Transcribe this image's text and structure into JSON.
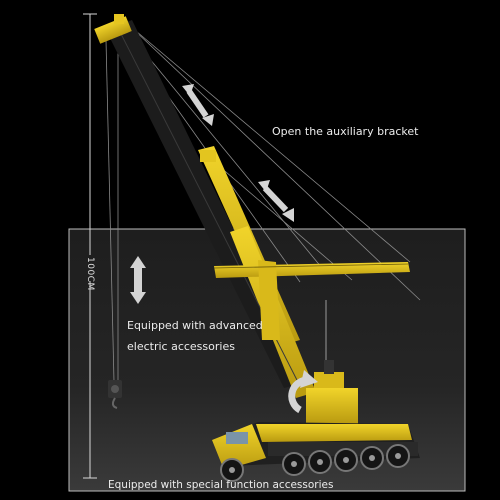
{
  "captions": {
    "auxiliary": "Open the auxiliary bracket",
    "electric_line1": "Equipped with advanced",
    "electric_line2": "electric accessories",
    "special": "Equipped with special function accessories"
  },
  "dimension": {
    "label": "100CM"
  },
  "colors": {
    "background": "#000000",
    "crane_yellow": "#e2c21a",
    "crane_dark": "#1f1f1f",
    "arrow_gray": "#cfcfcf",
    "text": "#ececec"
  },
  "icons": [
    "double-arrow-icon",
    "rotate-arrow-icon"
  ]
}
